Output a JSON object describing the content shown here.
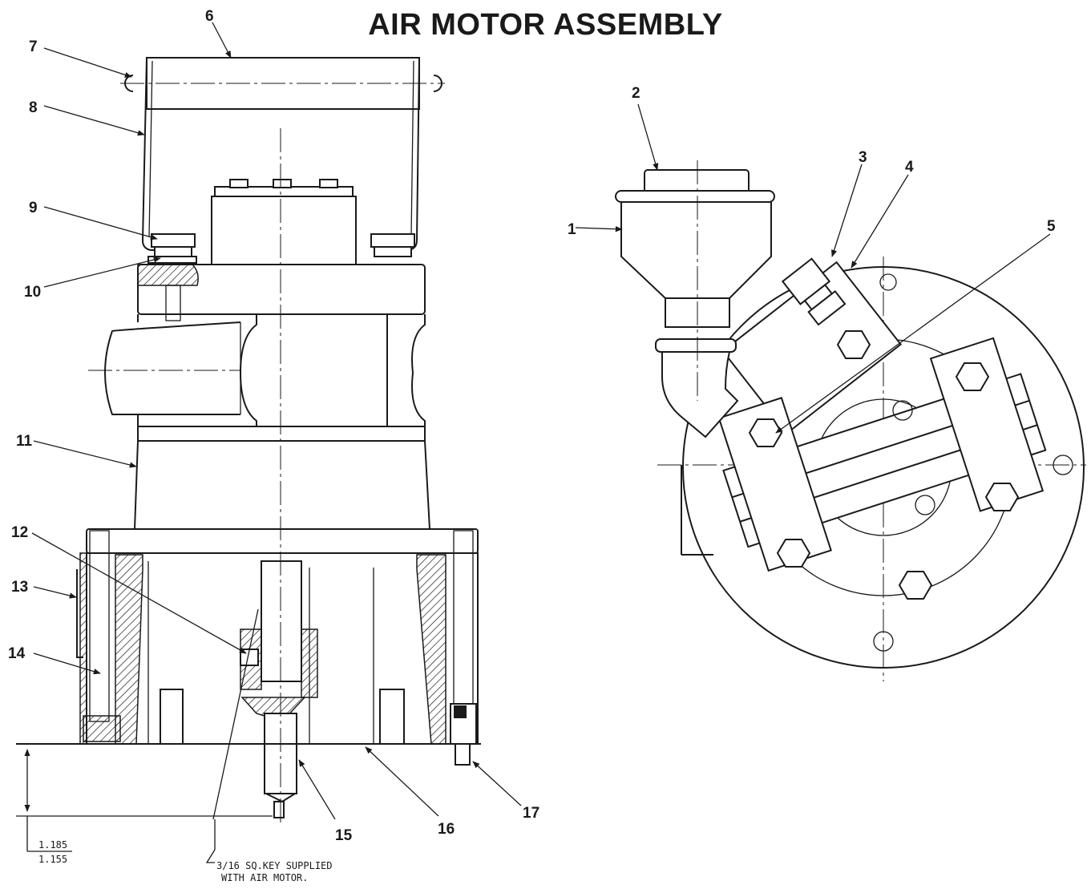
{
  "title": "AIR MOTOR ASSEMBLY",
  "callouts": [
    "1",
    "2",
    "3",
    "4",
    "5",
    "6",
    "7",
    "8",
    "9",
    "10",
    "11",
    "12",
    "13",
    "14",
    "15",
    "16",
    "17"
  ],
  "note": {
    "line1": "3/16 SQ.KEY SUPPLIED",
    "line2": "WITH AIR MOTOR."
  },
  "dimension": {
    "upper": "1.185",
    "lower": "1.155"
  }
}
